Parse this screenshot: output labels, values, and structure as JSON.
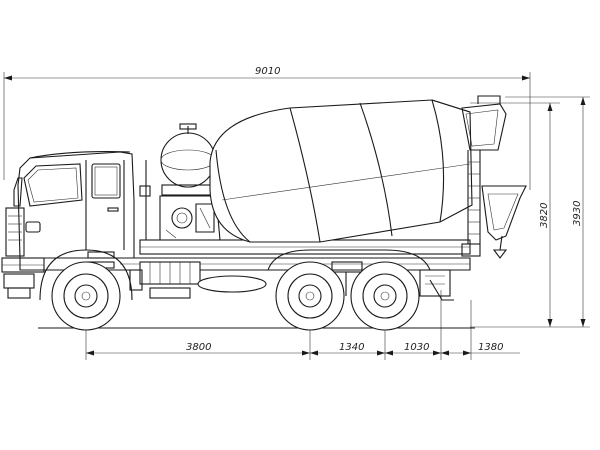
{
  "dimensions": {
    "overall_length": "9010",
    "front_axle_to_rear_axle": "3800",
    "rear_axle_spacing": "1340",
    "rear_overhang_1": "1030",
    "rear_overhang_2": "1380",
    "height_drum": "3820",
    "height_total": "3930"
  }
}
